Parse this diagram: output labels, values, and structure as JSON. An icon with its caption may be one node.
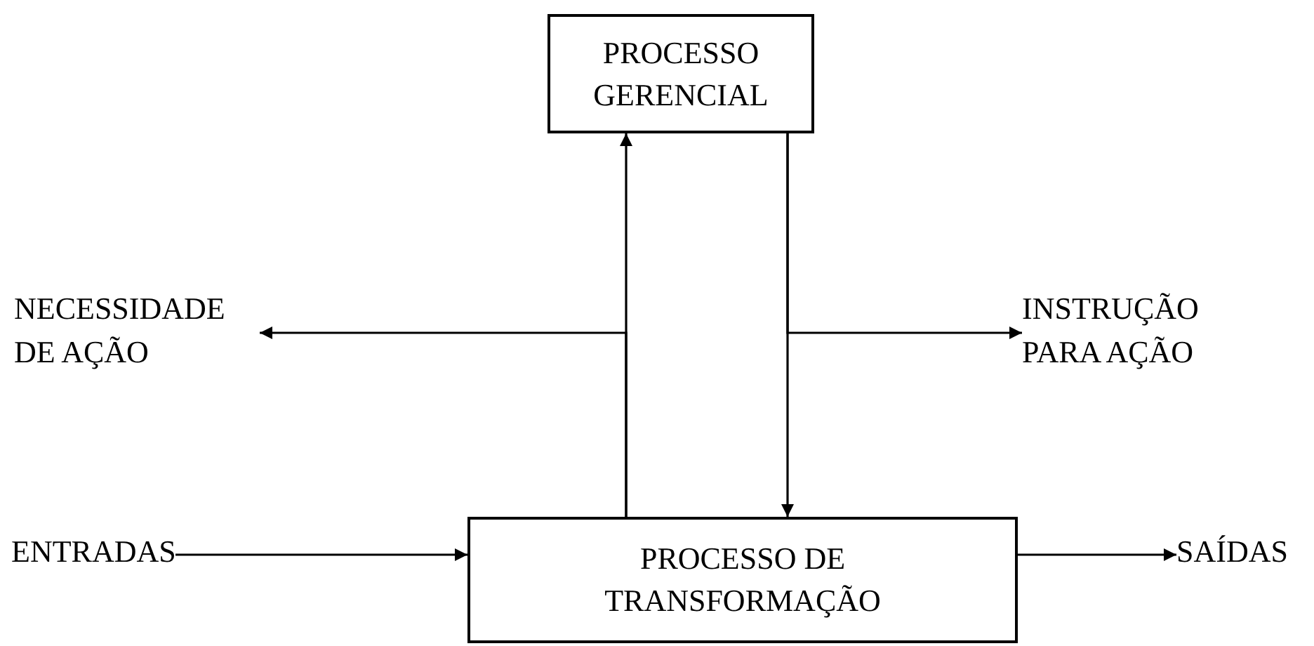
{
  "diagram": {
    "nodes": [
      {
        "text": [
          "PROCESSO GERENCIAL"
        ]
      },
      {
        "text": [
          "NECESSIDADE DE AÇÃO"
        ]
      },
      {
        "text": [
          "INSTRUÇÃO PARA AÇÃO"
        ]
      },
      {
        "text": [
          "ENTRADAS"
        ]
      },
      {
        "text": [
          "PROCESSO DE TRANSFORMAÇÃO"
        ]
      },
      {
        "text": [
          "SAÍDAS"
        ]
      }
    ],
    "edges": [
      {
        "from": 4,
        "to": 0,
        "arrow": "to"
      },
      {
        "from": 4,
        "to": 1,
        "arrow": "to"
      },
      {
        "from": 0,
        "to": 4,
        "arrow": "to"
      },
      {
        "from": 0,
        "to": 2,
        "arrow": "to"
      },
      {
        "from": 3,
        "to": 4,
        "arrow": "to"
      },
      {
        "from": 4,
        "to": 5,
        "arrow": "to"
      }
    ]
  }
}
